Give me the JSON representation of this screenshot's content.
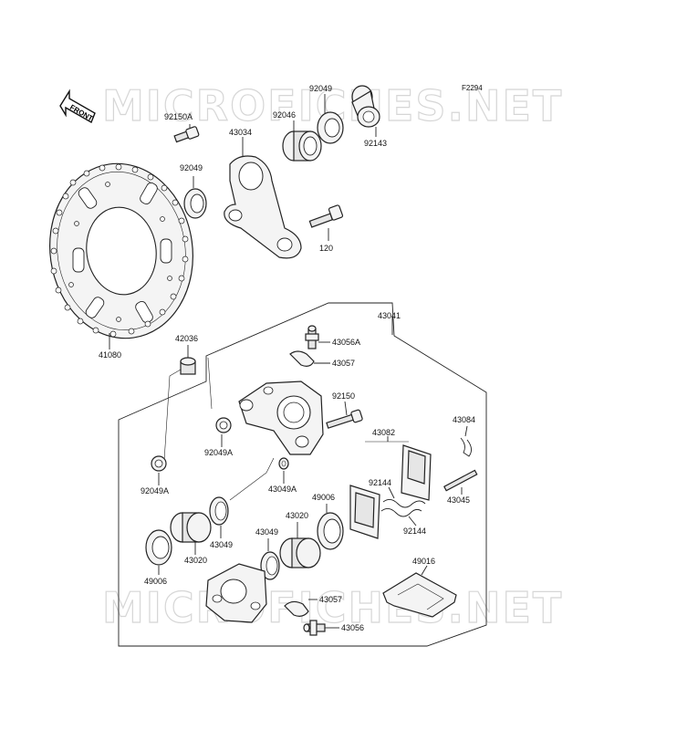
{
  "figure_code": "F2294",
  "watermark": "MICROFICHES.NET",
  "front_arrow_label": "FRONT",
  "labels": {
    "p92049_top": "92049",
    "p92046": "92046",
    "p92143": "92143",
    "p92150A": "92150A",
    "p43034": "43034",
    "p92049_mid": "92049",
    "p120": "120",
    "p41080": "41080",
    "p43041": "43041",
    "p42036": "42036",
    "p43056A": "43056A",
    "p43057_top": "43057",
    "p92150": "92150",
    "p43084": "43084",
    "p43082": "43082",
    "p92049A_a": "92049A",
    "p92049A_b": "92049A",
    "p43049A": "43049A",
    "p92144_a": "92144",
    "p43045": "43045",
    "p49006_a": "49006",
    "p43020_a": "43020",
    "p43049_a": "43049",
    "p43049_b": "43049",
    "p92144_b": "92144",
    "p49006_b": "49006",
    "p43020_b": "43020",
    "p49016": "49016",
    "p43057_bot": "43057",
    "p43056": "43056"
  }
}
